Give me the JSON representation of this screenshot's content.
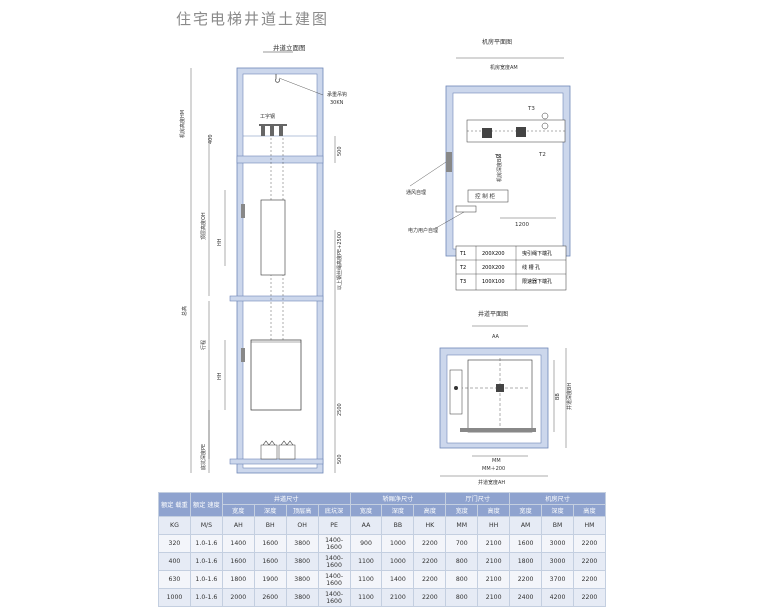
{
  "title": "住宅电梯井道土建图",
  "elevation": {
    "title": "井道立面图",
    "labels": {
      "hook": "承重吊钩",
      "hook_load": "30KN",
      "beam": "工字钢",
      "machine_height": "机房高度HM",
      "dim_400": "400",
      "dim_500": "500",
      "top_height": "顶层高度OH",
      "hh": "HH",
      "total_height": "总高",
      "travel": "行程",
      "hh2": "HH",
      "pit": "底坑深度PE",
      "dim_2500": "2500",
      "dim_500b": "500",
      "rope_height": "以上钢丝绳高度PE+2500"
    }
  },
  "machine_room": {
    "title": "机房平面图",
    "width_label": "机房宽度AM",
    "depth_label": "机房深度BM",
    "t1": "T1",
    "t2": "T2",
    "t3": "T3",
    "vent": "通风自理",
    "control": "控 制 柜",
    "power": "电力用户自理",
    "dim_1200": "1200",
    "holes": [
      {
        "code": "T1",
        "size": "200X200",
        "desc": "曳引绳下端孔"
      },
      {
        "code": "T2",
        "size": "200X200",
        "desc": "线 槽 孔"
      },
      {
        "code": "T3",
        "size": "100X100",
        "desc": "限速器下端孔"
      }
    ]
  },
  "shaft_plan": {
    "title": "井道平面图",
    "aa": "AA",
    "bb": "BB",
    "depth": "井道深度BH",
    "mm": "MM",
    "mm200": "MM＋200",
    "width": "井道宽度AH"
  },
  "table": {
    "header1": [
      "额定\n载重",
      "额定\n速度",
      "井道尺寸",
      "轿厢净尺寸",
      "厅门尺寸",
      "机房尺寸"
    ],
    "header2": [
      "宽度",
      "深度",
      "顶层高",
      "底坑深",
      "宽度",
      "深度",
      "高度",
      "宽度",
      "高度",
      "宽度",
      "深度",
      "高度"
    ],
    "units": [
      "KG",
      "M/S",
      "AH",
      "BH",
      "OH",
      "PE",
      "AA",
      "BB",
      "HK",
      "MM",
      "HH",
      "AM",
      "BM",
      "HM"
    ],
    "rows": [
      [
        "320",
        "1.0-1.6",
        "1400",
        "1600",
        "3800",
        "1400-1600",
        "900",
        "1000",
        "2200",
        "700",
        "2100",
        "1600",
        "3000",
        "2200"
      ],
      [
        "400",
        "1.0-1.6",
        "1600",
        "1600",
        "3800",
        "1400-1600",
        "1100",
        "1000",
        "2200",
        "800",
        "2100",
        "1800",
        "3000",
        "2200"
      ],
      [
        "630",
        "1.0-1.6",
        "1800",
        "1900",
        "3800",
        "1400-1600",
        "1100",
        "1400",
        "2200",
        "800",
        "2100",
        "2200",
        "3700",
        "2200"
      ],
      [
        "1000",
        "1.0-1.6",
        "2000",
        "2600",
        "3800",
        "1400-1600",
        "1100",
        "2100",
        "2200",
        "800",
        "2100",
        "2400",
        "4200",
        "2200"
      ]
    ]
  }
}
